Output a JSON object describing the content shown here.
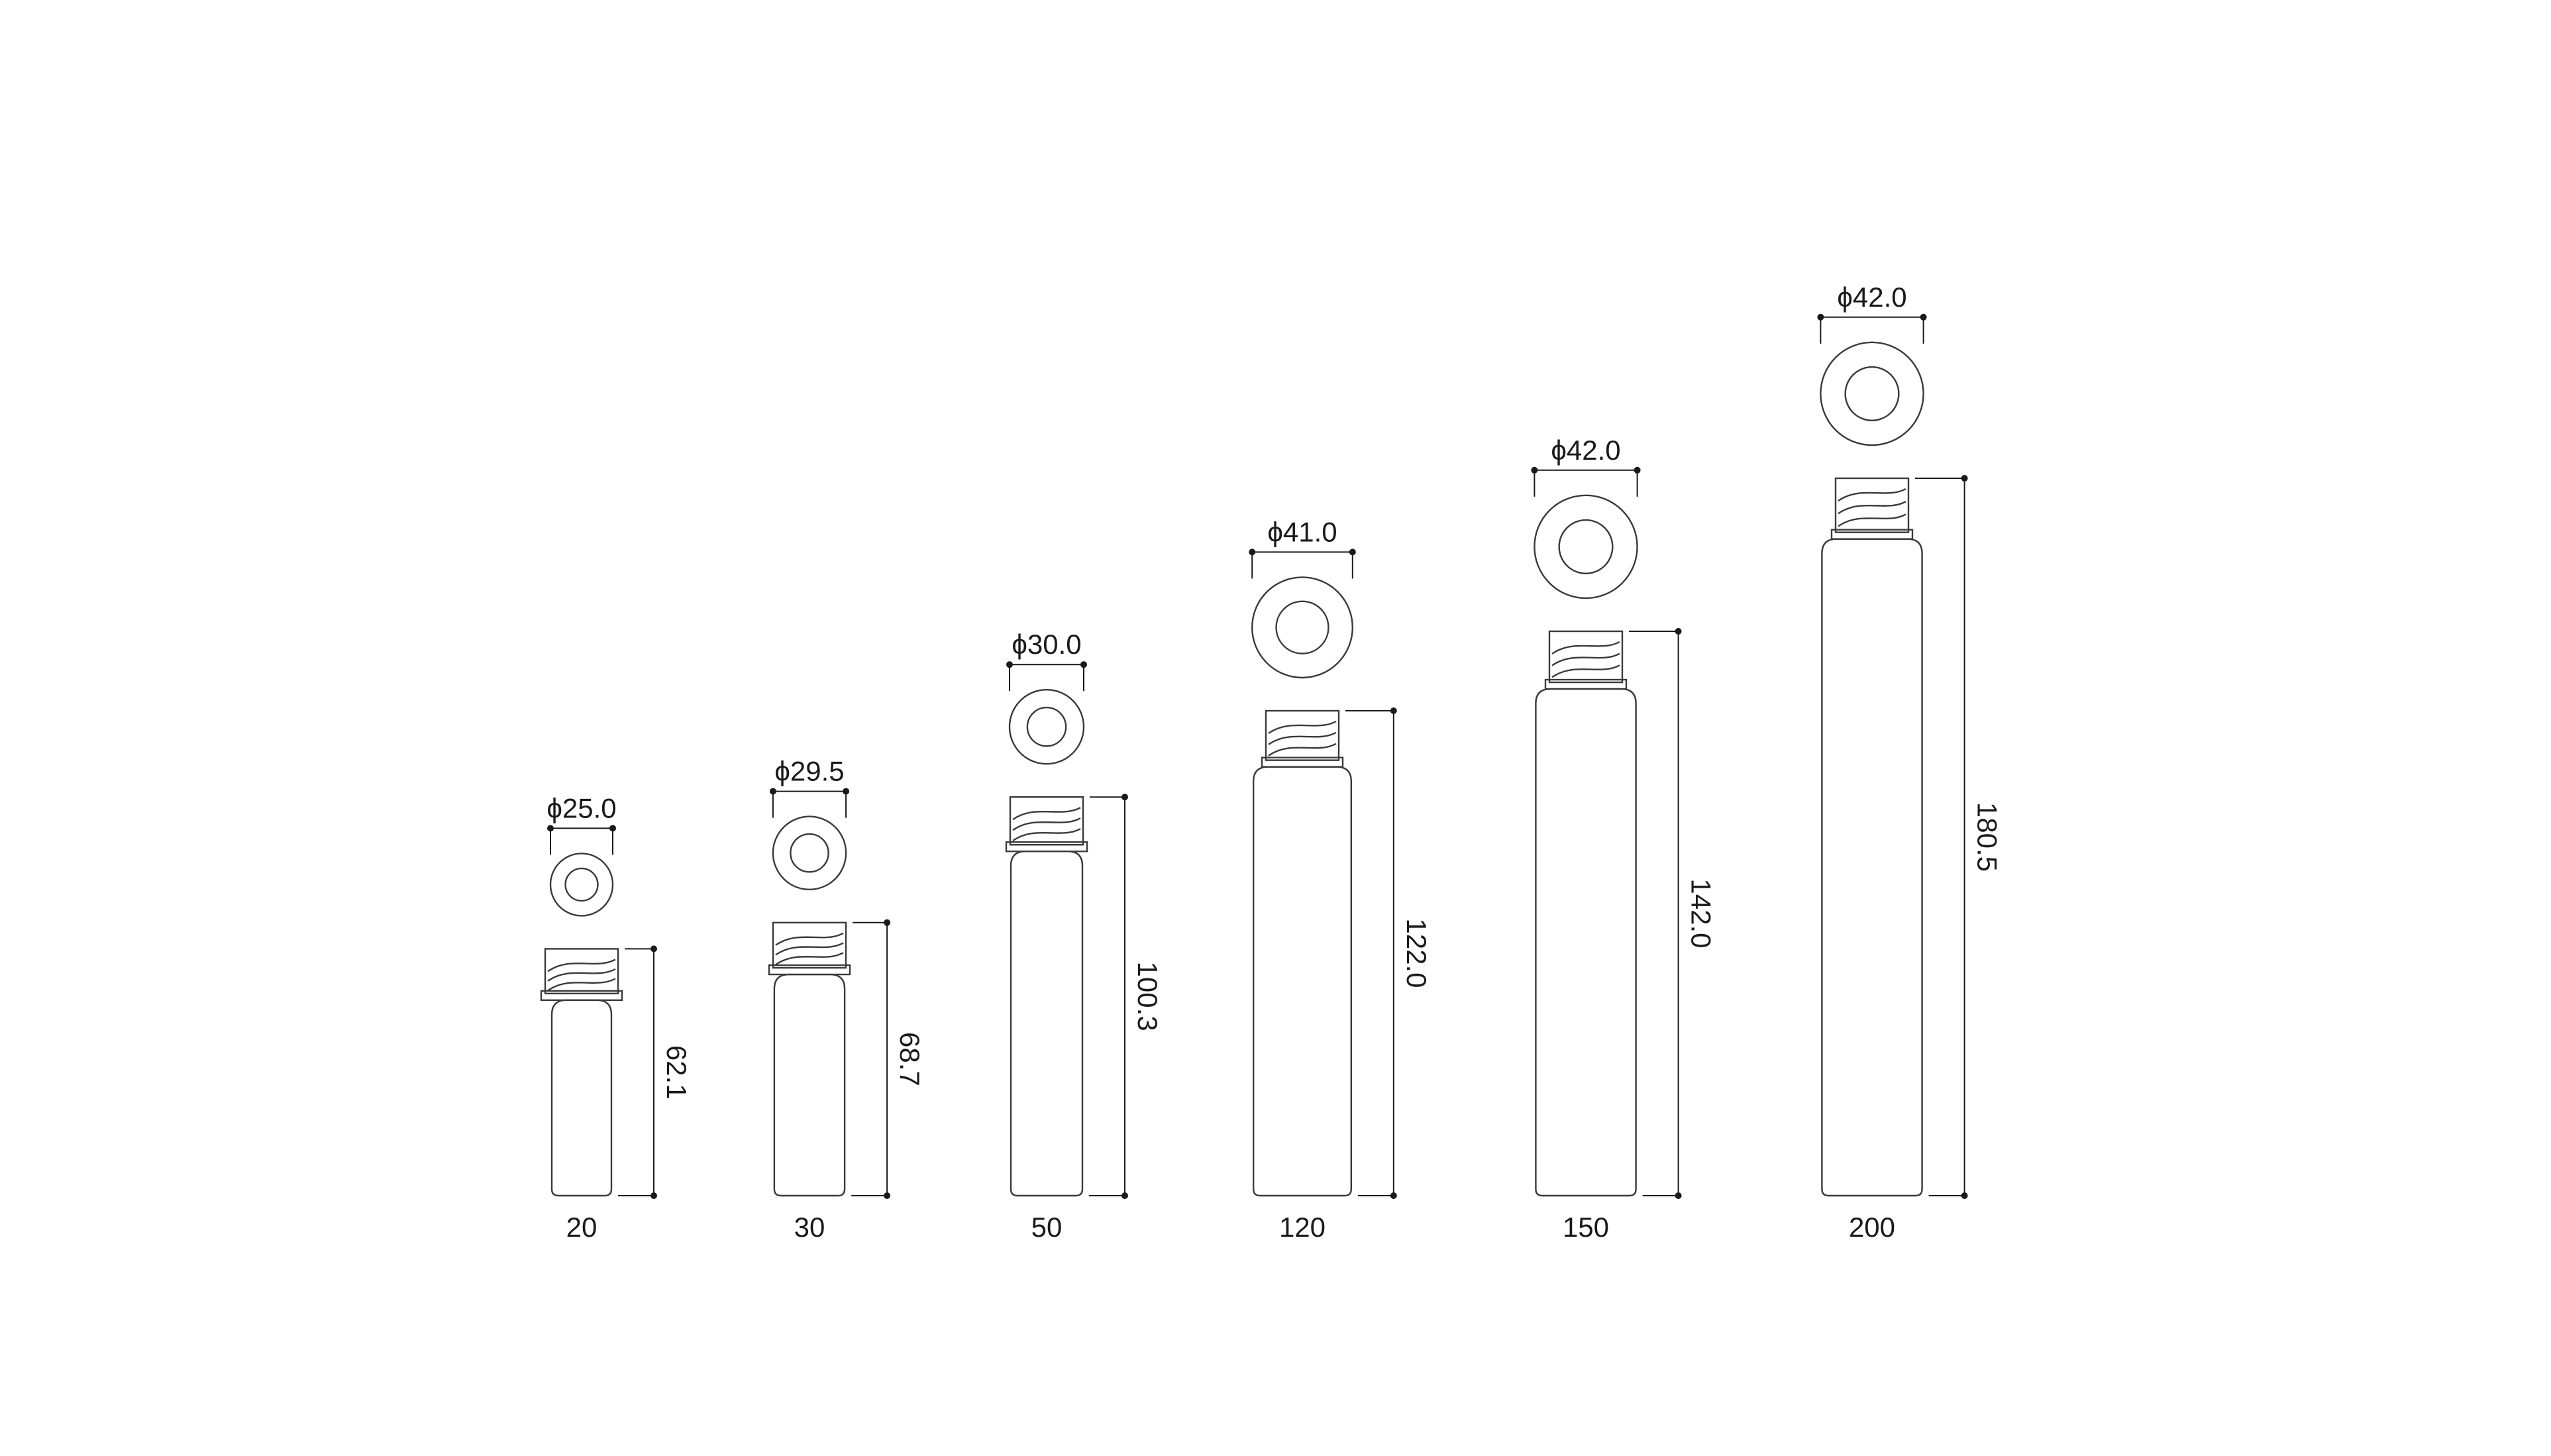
{
  "bottles": [
    {
      "capacity": "20",
      "diameter_label": "ϕ25.0",
      "height_label": "62.1",
      "diameter_mm": 25.0,
      "height_mm": 62.1
    },
    {
      "capacity": "30",
      "diameter_label": "ϕ29.5",
      "height_label": "68.7",
      "diameter_mm": 29.5,
      "height_mm": 68.7
    },
    {
      "capacity": "50",
      "diameter_label": "ϕ30.0",
      "height_label": "100.3",
      "diameter_mm": 30.0,
      "height_mm": 100.3
    },
    {
      "capacity": "120",
      "diameter_label": "ϕ41.0",
      "height_label": "122.0",
      "diameter_mm": 41.0,
      "height_mm": 122.0
    },
    {
      "capacity": "150",
      "diameter_label": "ϕ42.0",
      "height_label": "142.0",
      "diameter_mm": 42.0,
      "height_mm": 142.0
    },
    {
      "capacity": "200",
      "diameter_label": "ϕ42.0",
      "height_label": "180.5",
      "diameter_mm": 42.0,
      "height_mm": 180.5
    }
  ],
  "colors": {
    "line": "#3a3a3a",
    "text": "#1a1a1a",
    "background": "#ffffff"
  }
}
